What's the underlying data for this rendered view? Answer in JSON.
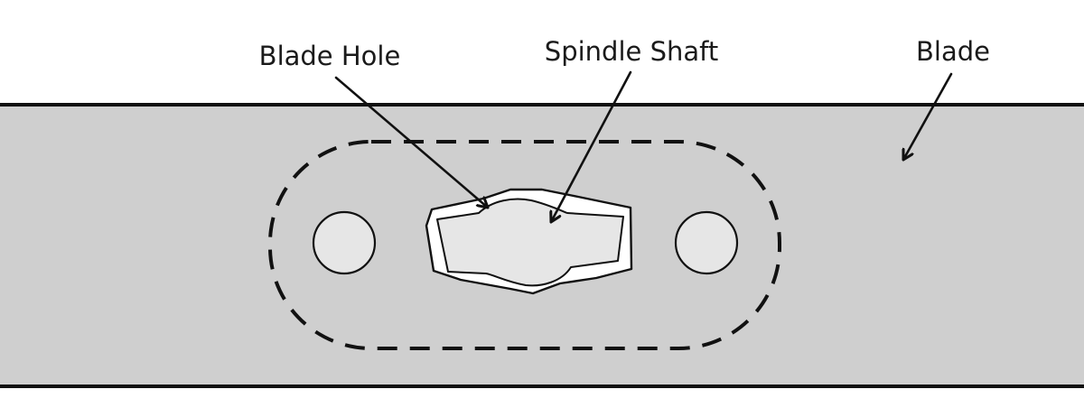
{
  "labels": {
    "blade_hole": "Blade Hole",
    "spindle_shaft": "Spindle Shaft",
    "blade": "Blade"
  },
  "colors": {
    "blade_fill": "#cfcfcf",
    "hole_fill": "#e6e6e6",
    "outline": "#111111",
    "background": "#ffffff"
  }
}
